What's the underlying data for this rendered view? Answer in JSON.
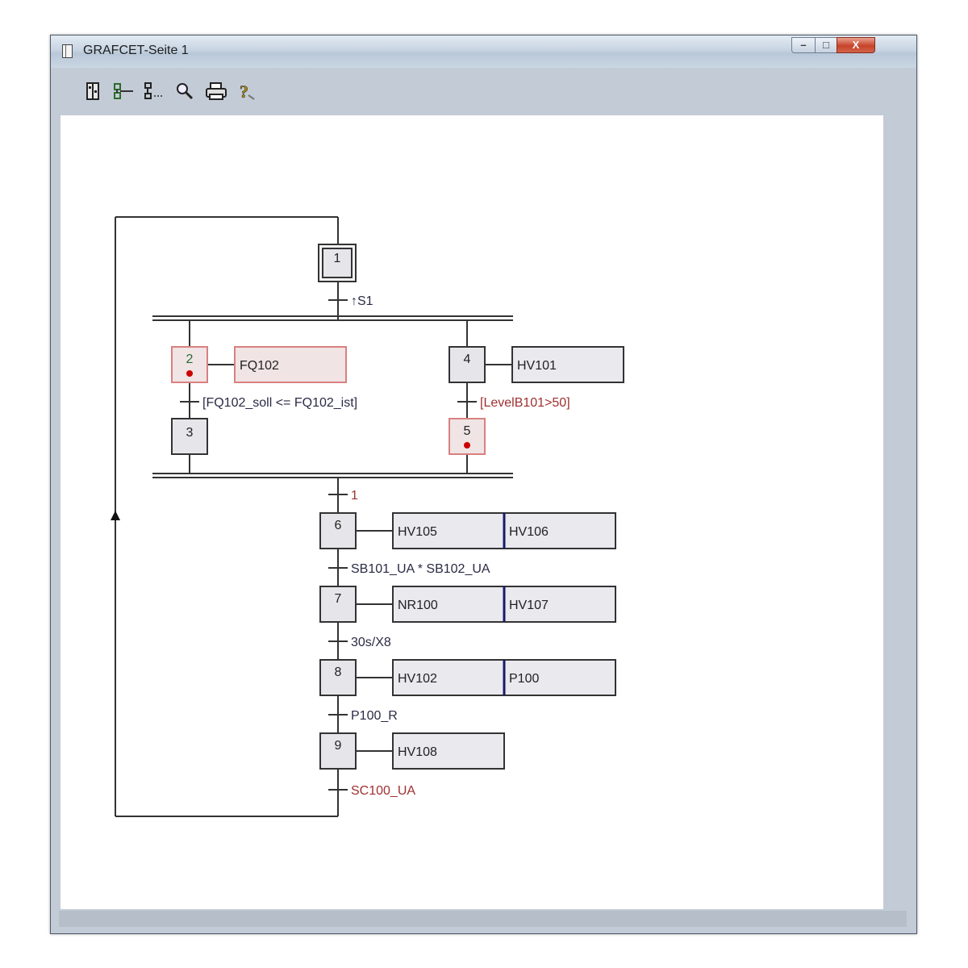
{
  "window": {
    "title": "GRAFCET-Seite 1",
    "controls": {
      "minimize": "–",
      "maximize": "□",
      "close": "X"
    }
  },
  "toolbar": {
    "buttons": [
      {
        "name": "page-icon"
      },
      {
        "name": "step-transition-icon"
      },
      {
        "name": "structure-icon"
      },
      {
        "name": "zoom-icon"
      },
      {
        "name": "print-icon"
      },
      {
        "name": "help-icon"
      }
    ]
  },
  "colors": {
    "active_border": "#d98080",
    "active_fill": "#f0e4e4",
    "active_marker": "#cc0000",
    "condition_red": "#a03030",
    "condition_normal": "#2a2a45",
    "action_fill": "#e9e9ee",
    "line": "#333333"
  },
  "grafcet": {
    "steps": {
      "s1": "1",
      "s2": "2",
      "s3": "3",
      "s4": "4",
      "s5": "5",
      "s6": "6",
      "s7": "7",
      "s8": "8",
      "s9": "9"
    },
    "active_steps": [
      "2",
      "5"
    ],
    "actions": {
      "a2": "FQ102",
      "a4": "HV101",
      "a6a": "HV105",
      "a6b": "HV106",
      "a7a": "NR100",
      "a7b": "HV107",
      "a8a": "HV102",
      "a8b": "P100",
      "a9": "HV108"
    },
    "transitions": {
      "t1": "↑S1",
      "t2": "[FQ102_soll <= FQ102_ist]",
      "t4": "[LevelB101>50]",
      "t_sync": "1",
      "t6": "SB101_UA * SB102_UA",
      "t7": "30s/X8",
      "t8": "P100_R",
      "t9": "SC100_UA"
    }
  }
}
